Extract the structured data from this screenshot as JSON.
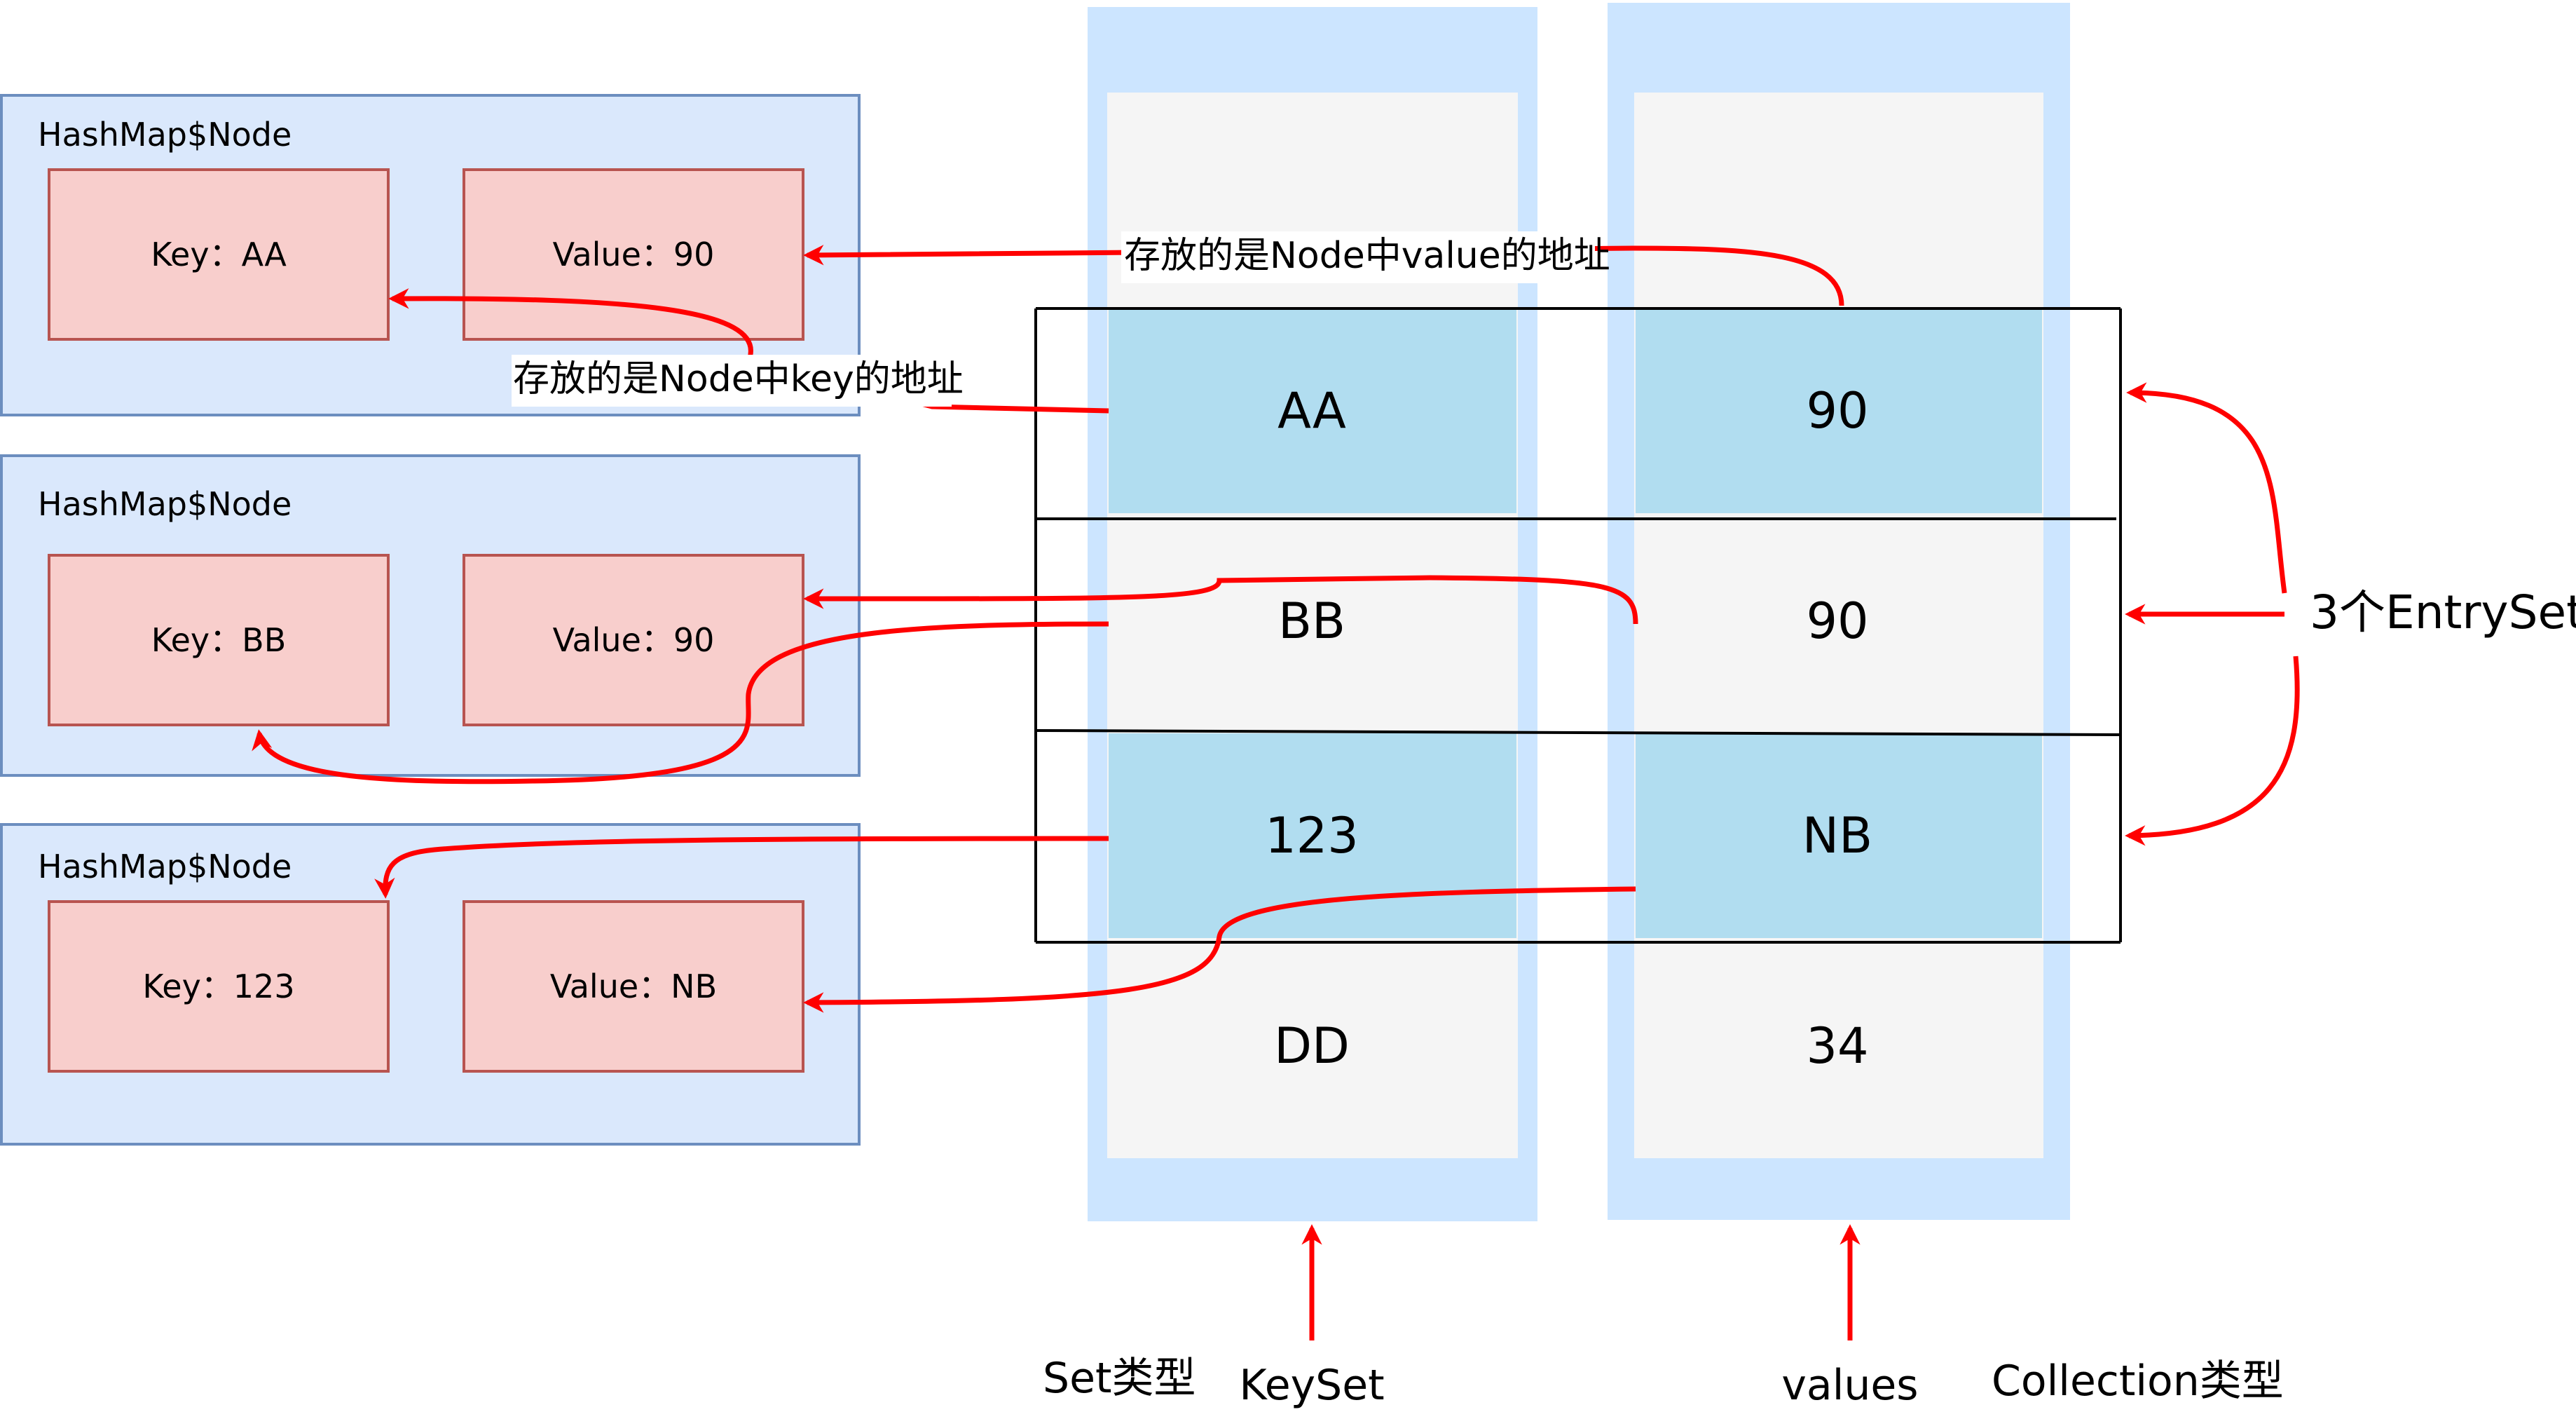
{
  "nodes": [
    {
      "title": "HashMap$Node",
      "key": "Key：AA",
      "value": "Value：90"
    },
    {
      "title": "HashMap$Node",
      "key": "Key：BB",
      "value": "Value：90"
    },
    {
      "title": "HashMap$Node",
      "key": "Key：123",
      "value": "Value：NB"
    }
  ],
  "keyset": {
    "cells": [
      "AA",
      "BB",
      "123",
      "DD"
    ],
    "label": "KeySet",
    "type_label": "Set类型"
  },
  "values": {
    "cells": [
      "90",
      "90",
      "NB",
      "34"
    ],
    "label": "values",
    "type_label": "Collection类型"
  },
  "annotations": {
    "value_address": "存放的是Node中value的地址",
    "key_address": "存放的是Node中key的地址"
  },
  "entryset_label": "3个EntrySet",
  "colors": {
    "node_bg": "#dae8fc",
    "node_border": "#6c8ebf",
    "field_bg": "#f8cecc",
    "field_border": "#b85450",
    "column_bg": "#cce5ff",
    "cell_bg": "#f5f5f5",
    "cell_highlight": "#b1ddf0",
    "arrow": "#ff0000"
  }
}
